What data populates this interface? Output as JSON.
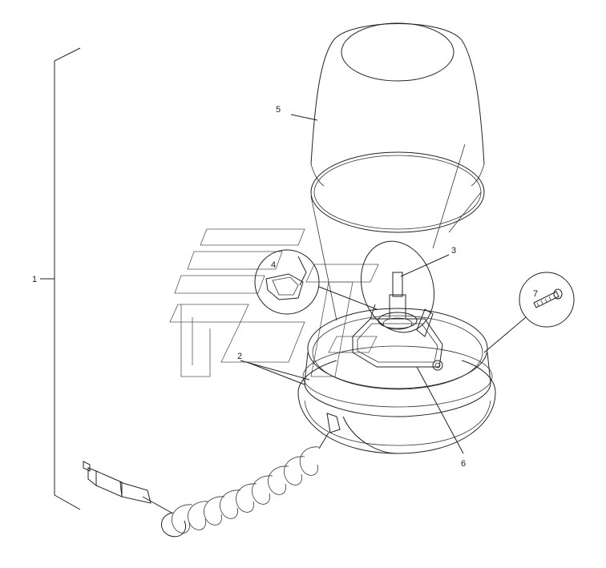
{
  "diagram": {
    "callouts": {
      "assembly": "1",
      "base_ring": "2",
      "bulb": "3",
      "clip": "4",
      "dome": "5",
      "reflector_plate": "6",
      "screw": "7"
    },
    "colors": {
      "line": "#222222",
      "background": "#ffffff"
    }
  }
}
